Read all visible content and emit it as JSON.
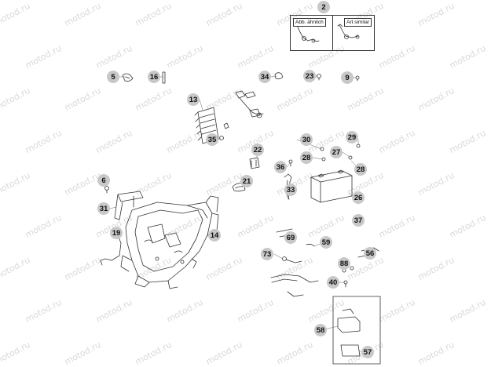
{
  "watermark_text": "motod.ru",
  "legend": {
    "callout": "2",
    "left_label": "Abb. ähnlich",
    "right_label": "Art similar"
  },
  "callouts": [
    "5",
    "16",
    "34",
    "23",
    "9",
    "13",
    "35",
    "22",
    "30",
    "29",
    "27",
    "28",
    "28",
    "36",
    "21",
    "33",
    "26",
    "6",
    "31",
    "37",
    "14",
    "19",
    "69",
    "59",
    "73",
    "56",
    "88",
    "40",
    "58",
    "57"
  ]
}
